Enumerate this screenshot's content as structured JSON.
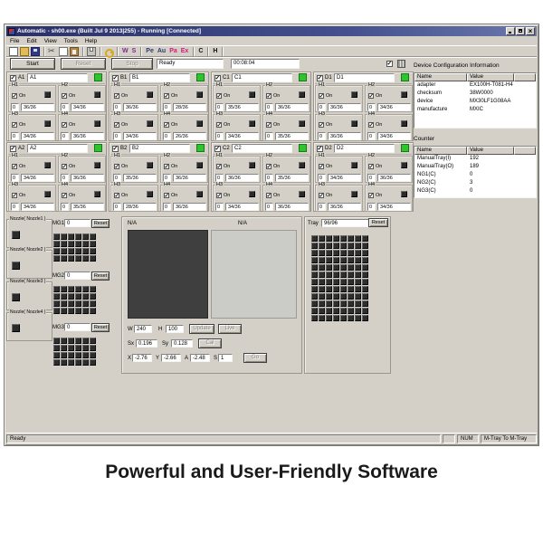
{
  "caption": "Powerful and User-Friendly Software",
  "window": {
    "title": "Automatic - sh00.exe (Built Jul 9 2013|255) - Running [Connected]",
    "menu": [
      "File",
      "Edit",
      "View",
      "Tools",
      "Help"
    ],
    "toolbar": {
      "icons": [
        "new-icon",
        "open-icon",
        "save-icon",
        "cut-icon",
        "copy-icon",
        "paste-icon",
        "print-icon",
        "key-icon"
      ],
      "buttons": [
        {
          "label": "W",
          "color": "#7c2a8c"
        },
        {
          "label": "S",
          "color": "#7c2a8c"
        },
        {
          "label": "Pe",
          "color": "#2f3a6e"
        },
        {
          "label": "Au",
          "color": "#2f3a6e"
        },
        {
          "label": "Pa",
          "color": "#d41878"
        },
        {
          "label": "Ex",
          "color": "#d41878"
        },
        {
          "label": "C",
          "color": "#101010"
        },
        {
          "label": "H",
          "color": "#101010"
        }
      ]
    },
    "controls": {
      "start_label": "Start",
      "reset_label": "Reset",
      "stop_label": "Stop",
      "status_value": "Ready",
      "timer_value": "00:08:04"
    },
    "on_label": "On",
    "led_colors": {
      "ok_green": "#2ec42e",
      "socket_dark": "#2e2e2e"
    },
    "sites": [
      {
        "id": "A1",
        "enabled": true,
        "heads": [
          {
            "label": "H1",
            "on": true,
            "count": "0",
            "value": "36/36"
          },
          {
            "label": "H2",
            "on": true,
            "count": "0",
            "value": "34/36"
          },
          {
            "label": "H3",
            "on": true,
            "count": "0",
            "value": "34/36"
          },
          {
            "label": "H4",
            "on": true,
            "count": "0",
            "value": "36/36"
          }
        ]
      },
      {
        "id": "B1",
        "enabled": true,
        "heads": [
          {
            "label": "H1",
            "on": true,
            "count": "0",
            "value": "36/36"
          },
          {
            "label": "H2",
            "on": true,
            "count": "0",
            "value": "28/36"
          },
          {
            "label": "H3",
            "on": true,
            "count": "0",
            "value": "34/36"
          },
          {
            "label": "H4",
            "on": true,
            "count": "0",
            "value": "26/36"
          }
        ]
      },
      {
        "id": "C1",
        "enabled": true,
        "heads": [
          {
            "label": "H1",
            "on": true,
            "count": "0",
            "value": "35/36"
          },
          {
            "label": "H2",
            "on": true,
            "count": "0",
            "value": "36/36"
          },
          {
            "label": "H3",
            "on": true,
            "count": "0",
            "value": "34/36"
          },
          {
            "label": "H4",
            "on": true,
            "count": "0",
            "value": "35/36"
          }
        ]
      },
      {
        "id": "D1",
        "enabled": true,
        "heads": [
          {
            "label": "H1",
            "on": true,
            "count": "0",
            "value": "36/36"
          },
          {
            "label": "H2",
            "on": true,
            "count": "0",
            "value": "34/36"
          },
          {
            "label": "H3",
            "on": true,
            "count": "0",
            "value": "36/36"
          },
          {
            "label": "H4",
            "on": true,
            "count": "0",
            "value": "34/36"
          }
        ]
      },
      {
        "id": "A2",
        "enabled": true,
        "heads": [
          {
            "label": "H1",
            "on": true,
            "count": "0",
            "value": "34/36"
          },
          {
            "label": "H2",
            "on": true,
            "count": "0",
            "value": "36/36"
          },
          {
            "label": "H3",
            "on": true,
            "count": "0",
            "value": "34/36"
          },
          {
            "label": "H4",
            "on": true,
            "count": "0",
            "value": "35/36"
          }
        ]
      },
      {
        "id": "B2",
        "enabled": true,
        "heads": [
          {
            "label": "H1",
            "on": true,
            "count": "0",
            "value": "35/36"
          },
          {
            "label": "H2",
            "on": true,
            "count": "0",
            "value": "36/36"
          },
          {
            "label": "H3",
            "on": true,
            "count": "0",
            "value": "28/36"
          },
          {
            "label": "H4",
            "on": true,
            "count": "0",
            "value": "36/36"
          }
        ]
      },
      {
        "id": "C2",
        "enabled": true,
        "heads": [
          {
            "label": "H1",
            "on": true,
            "count": "0",
            "value": "36/36"
          },
          {
            "label": "H2",
            "on": true,
            "count": "0",
            "value": "35/36"
          },
          {
            "label": "H3",
            "on": true,
            "count": "0",
            "value": "34/36"
          },
          {
            "label": "H4",
            "on": true,
            "count": "0",
            "value": "36/36"
          }
        ]
      },
      {
        "id": "D2",
        "enabled": true,
        "heads": [
          {
            "label": "H1",
            "on": true,
            "count": "0",
            "value": "34/36"
          },
          {
            "label": "H2",
            "on": true,
            "count": "0",
            "value": "36/36"
          },
          {
            "label": "H3",
            "on": true,
            "count": "0",
            "value": "36/36"
          },
          {
            "label": "H4",
            "on": true,
            "count": "0",
            "value": "34/36"
          }
        ]
      }
    ],
    "nozzles": [
      "Nozzle( Nozzle1 )",
      "Nozzle( Nozzle2 )",
      "Nozzle( Nozzle3 )",
      "Nozzle( Nozzle4 )"
    ],
    "mg_grid": {
      "cols": 6,
      "rows": 4
    },
    "mg_panels": [
      {
        "label": "MG1",
        "value": "0",
        "reset_label": "Reset"
      },
      {
        "label": "MG2",
        "value": "0",
        "reset_label": "Reset"
      },
      {
        "label": "MG3",
        "value": "0",
        "reset_label": "Reset"
      }
    ],
    "camera": {
      "left_view_label": "N/A",
      "right_view_label": "N/A",
      "w_label": "W",
      "w_value": "240",
      "h_label": "H",
      "h_value": "100",
      "update_label": "Update",
      "live_label": "Live",
      "sx_label": "Sx",
      "sx_value": "0.196",
      "sy_label": "Sy",
      "sy_value": "0.128",
      "cal_label": "Cal",
      "x_label": "X",
      "x_value": "-2.76",
      "y_label": "Y",
      "y_value": "-2.66",
      "a_label": "A",
      "a_value": "-2.48",
      "s_label": "S",
      "s_value": "1",
      "go_label": "Go"
    },
    "tray": {
      "label": "Tray",
      "value": "96/96",
      "reset_label": "Reset",
      "cols": 8,
      "rows": 12
    },
    "device_info": {
      "title": "Device Configuration Information",
      "columns": [
        "Name",
        "Value"
      ],
      "rows": [
        [
          "adapter",
          "EX100H-T081-H4"
        ],
        [
          "checksum",
          "38W0000"
        ],
        [
          "device",
          "MX30LF1G08AA"
        ],
        [
          "manufacture",
          "MXIC"
        ]
      ]
    },
    "counter": {
      "title": "Counter",
      "columns": [
        "Name",
        "Value"
      ],
      "rows": [
        [
          "ManualTray(I)",
          "192"
        ],
        [
          "ManualTray(O)",
          "189"
        ],
        [
          "NG1(C)",
          "0"
        ],
        [
          "NG2(C)",
          "3"
        ],
        [
          "NG3(C)",
          "0"
        ]
      ]
    },
    "statusbar": {
      "left": "Ready",
      "num": "NUM",
      "mode": "M-Tray To M-Tray"
    }
  }
}
